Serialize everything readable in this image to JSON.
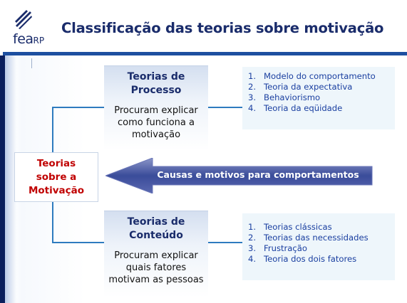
{
  "header": {
    "title": "Classificação das teorias sobre motivação",
    "logo_text": "fea",
    "logo_suffix": "RP"
  },
  "center": {
    "label": "Teorias\nsobre a\nMotivação"
  },
  "arrow": {
    "label": "Causas e motivos para comportamentos"
  },
  "process": {
    "title": "Teorias de\nProcesso",
    "description": "Procuram explicar\ncomo funciona a\nmotivação",
    "items": [
      {
        "num": "1.",
        "text": "Modelo do comportamento"
      },
      {
        "num": "2.",
        "text": "Teoria da expectativa"
      },
      {
        "num": "3.",
        "text": "Behaviorismo"
      },
      {
        "num": "4.",
        "text": "Teoria da eqüidade"
      }
    ]
  },
  "content": {
    "title": "Teorias de\nConteúdo",
    "description": "Procuram explicar\nquais fatores\nmotivam as pessoas",
    "items": [
      {
        "num": "1.",
        "text": "Teorias clássicas"
      },
      {
        "num": "2.",
        "text": "Teorias das necessidades"
      },
      {
        "num": "3.",
        "text": "Frustração"
      },
      {
        "num": "4.",
        "text": "Teoria dos dois fatores"
      }
    ]
  },
  "colors": {
    "navy": "#1a2c6b",
    "header_rule": "#1d4fa0",
    "connector": "#2e7bbf",
    "center_text": "#c00000",
    "list_text": "#1a3fa0",
    "arrow_fill": "#3a4c9a"
  }
}
